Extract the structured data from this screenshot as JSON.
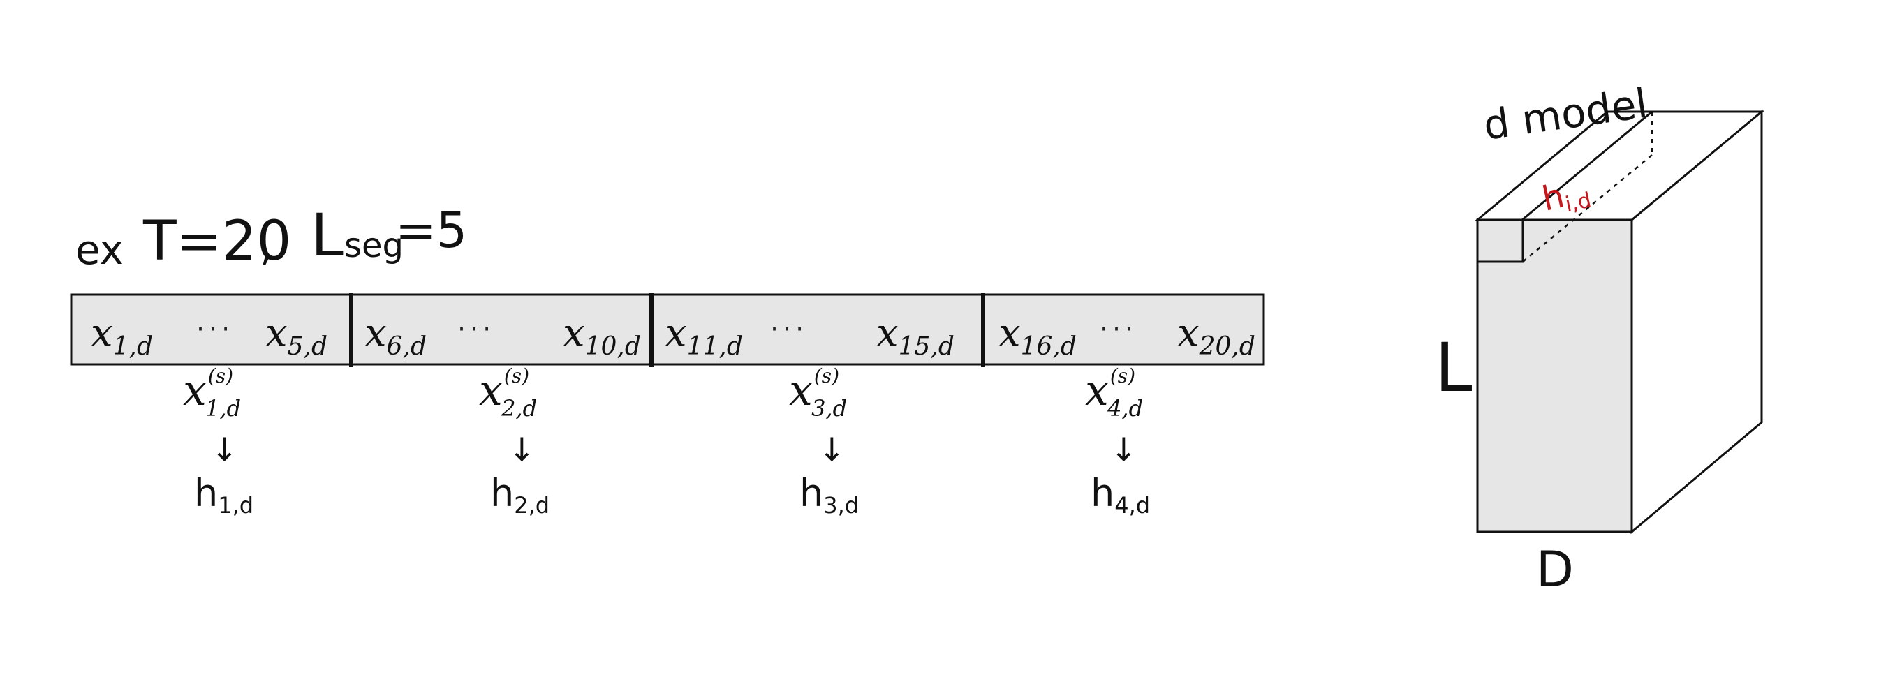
{
  "example": {
    "label": "ex",
    "t_expr": "T=20",
    "comma": ",",
    "lseg_main": "L",
    "lseg_sub": "seg",
    "lseg_eq": "=5"
  },
  "segments": [
    {
      "first_main": "x",
      "first_sub": "1,d",
      "dots": "···",
      "last_main": "x",
      "last_sub": "5,d",
      "seg_main": "x",
      "seg_sup": "(s)",
      "seg_sub": "1,d",
      "arrow": "↓",
      "h_main": "h",
      "h_sub": "1,d"
    },
    {
      "first_main": "x",
      "first_sub": "6,d",
      "dots": "···",
      "last_main": "x",
      "last_sub": "10,d",
      "seg_main": "x",
      "seg_sup": "(s)",
      "seg_sub": "2,d",
      "arrow": "↓",
      "h_main": "h",
      "h_sub": "2,d"
    },
    {
      "first_main": "x",
      "first_sub": "11,d",
      "dots": "···",
      "last_main": "x",
      "last_sub": "15,d",
      "seg_main": "x",
      "seg_sup": "(s)",
      "seg_sub": "3,d",
      "arrow": "↓",
      "h_main": "h",
      "h_sub": "3,d"
    },
    {
      "first_main": "x",
      "first_sub": "16,d",
      "dots": "···",
      "last_main": "x",
      "last_sub": "20,d",
      "seg_main": "x",
      "seg_sup": "(s)",
      "seg_sub": "4,d",
      "arrow": "↓",
      "h_main": "h",
      "h_sub": "4,d"
    }
  ],
  "cube": {
    "top_label": "d model",
    "highlight_main": "h",
    "highlight_sub": "i,d",
    "left_label": "L",
    "bottom_label": "D"
  },
  "colors": {
    "ink": "#111111",
    "fill_gray": "#e6e6e6",
    "highlight_red": "#c8161d"
  }
}
